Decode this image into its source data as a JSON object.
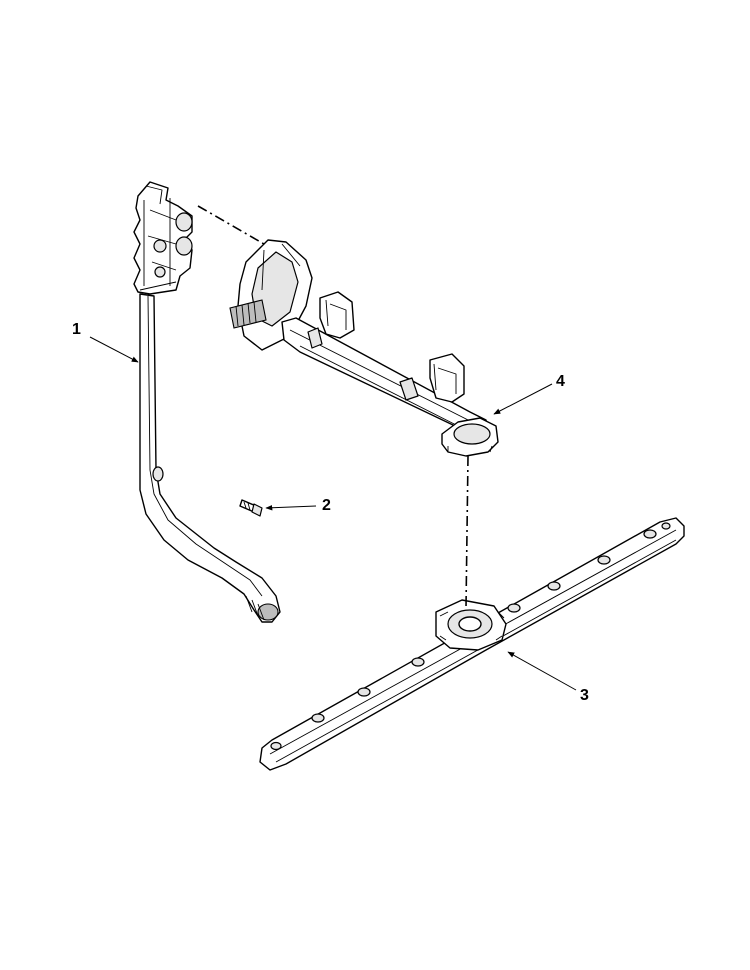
{
  "callouts": {
    "part_1": "1",
    "part_2": "2",
    "part_3": "3",
    "part_4": "4"
  },
  "colors": {
    "line": "#000000",
    "background": "#ffffff",
    "shade": "#e6e6e6"
  }
}
